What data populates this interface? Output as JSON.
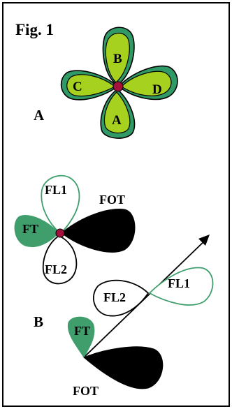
{
  "figure": {
    "title": "Fig. 1"
  },
  "panel_a": {
    "label": "A",
    "petals": {
      "top": "B",
      "left": "C",
      "right": "D",
      "bottom": "A"
    }
  },
  "panel_b": {
    "label": "B",
    "upper_group": {
      "fl1": "FL1",
      "fl2": "FL2",
      "ft": "FT",
      "fot": "FOT"
    },
    "lower_group": {
      "fl1": "FL1",
      "fl2": "FL2",
      "ft": "FT",
      "fot": "FOT"
    }
  },
  "colors": {
    "petal_inner": "#a6d11f",
    "petal_outer": "#2f9a66",
    "center_dot": "#a3123c",
    "ft_fill": "#3f9e6c",
    "fl1_stroke": "#3f9e6c",
    "fot_fill": "#000000",
    "outline": "#000000"
  }
}
